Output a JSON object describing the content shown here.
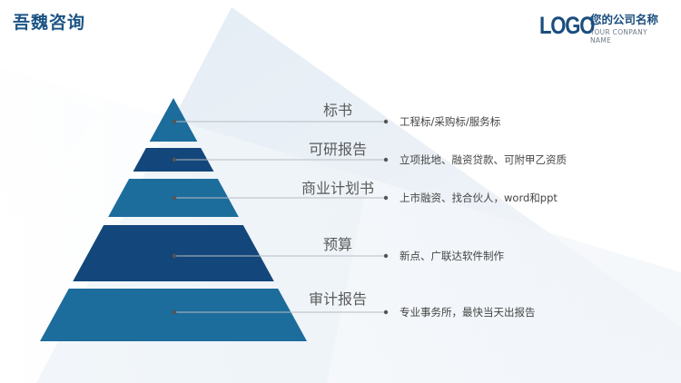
{
  "header": {
    "title": "吾魏咨询",
    "logo_text": "LOGO",
    "company_name": "您的公司名称",
    "company_name_en": "YOUR CONPANY NAME"
  },
  "pyramid": {
    "levels": [
      {
        "label": "标书",
        "description": "工程标/采购标/服务标",
        "color": "#1c6c9c"
      },
      {
        "label": "可研报告",
        "description": "立项批地、融资贷款、可附甲乙资质",
        "color": "#13467a"
      },
      {
        "label": "商业计划书",
        "description": "上市融资、找合伙人，word和ppt",
        "color": "#1c6c9c"
      },
      {
        "label": "预算",
        "description": "新点、广联达软件制作",
        "color": "#13467a"
      },
      {
        "label": "审计报告",
        "description": "专业事务所，最快当天出报告",
        "color": "#1c6c9c"
      }
    ]
  },
  "colors": {
    "title": "#1c5585",
    "connector": "#b9bdc2",
    "dot": "#555555"
  }
}
